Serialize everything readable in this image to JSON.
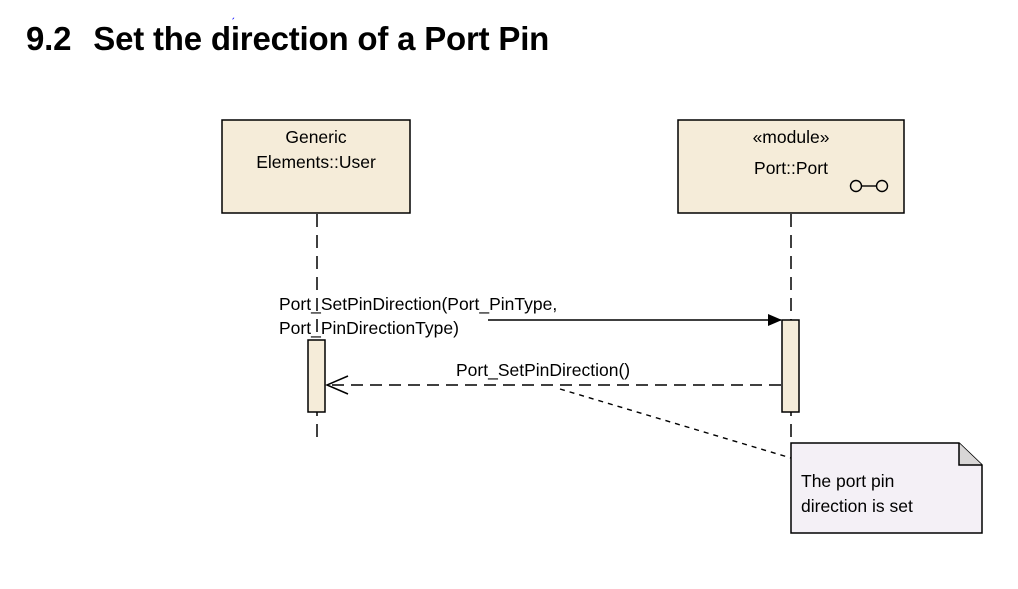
{
  "section": {
    "number": "9.2",
    "title": "Set the direction of a Port Pin"
  },
  "lifelines": {
    "user": {
      "line1": "Generic",
      "line2": "Elements::User"
    },
    "port": {
      "stereotype": "«module»",
      "name": "Port::Port"
    }
  },
  "messages": {
    "call": {
      "line1": "Port_SetPinDirection(Port_PinType,",
      "line2": "Port_PinDirectionType)"
    },
    "reply": "Port_SetPinDirection()"
  },
  "note": {
    "line1": "The port pin",
    "line2": "direction is set"
  },
  "colors": {
    "lifeline_fill": "#f5ecd9",
    "note_fill": "#f4f0f6",
    "stroke": "#000000",
    "mark": "#0000ff"
  },
  "icons": {
    "component": "component-interface-icon"
  }
}
